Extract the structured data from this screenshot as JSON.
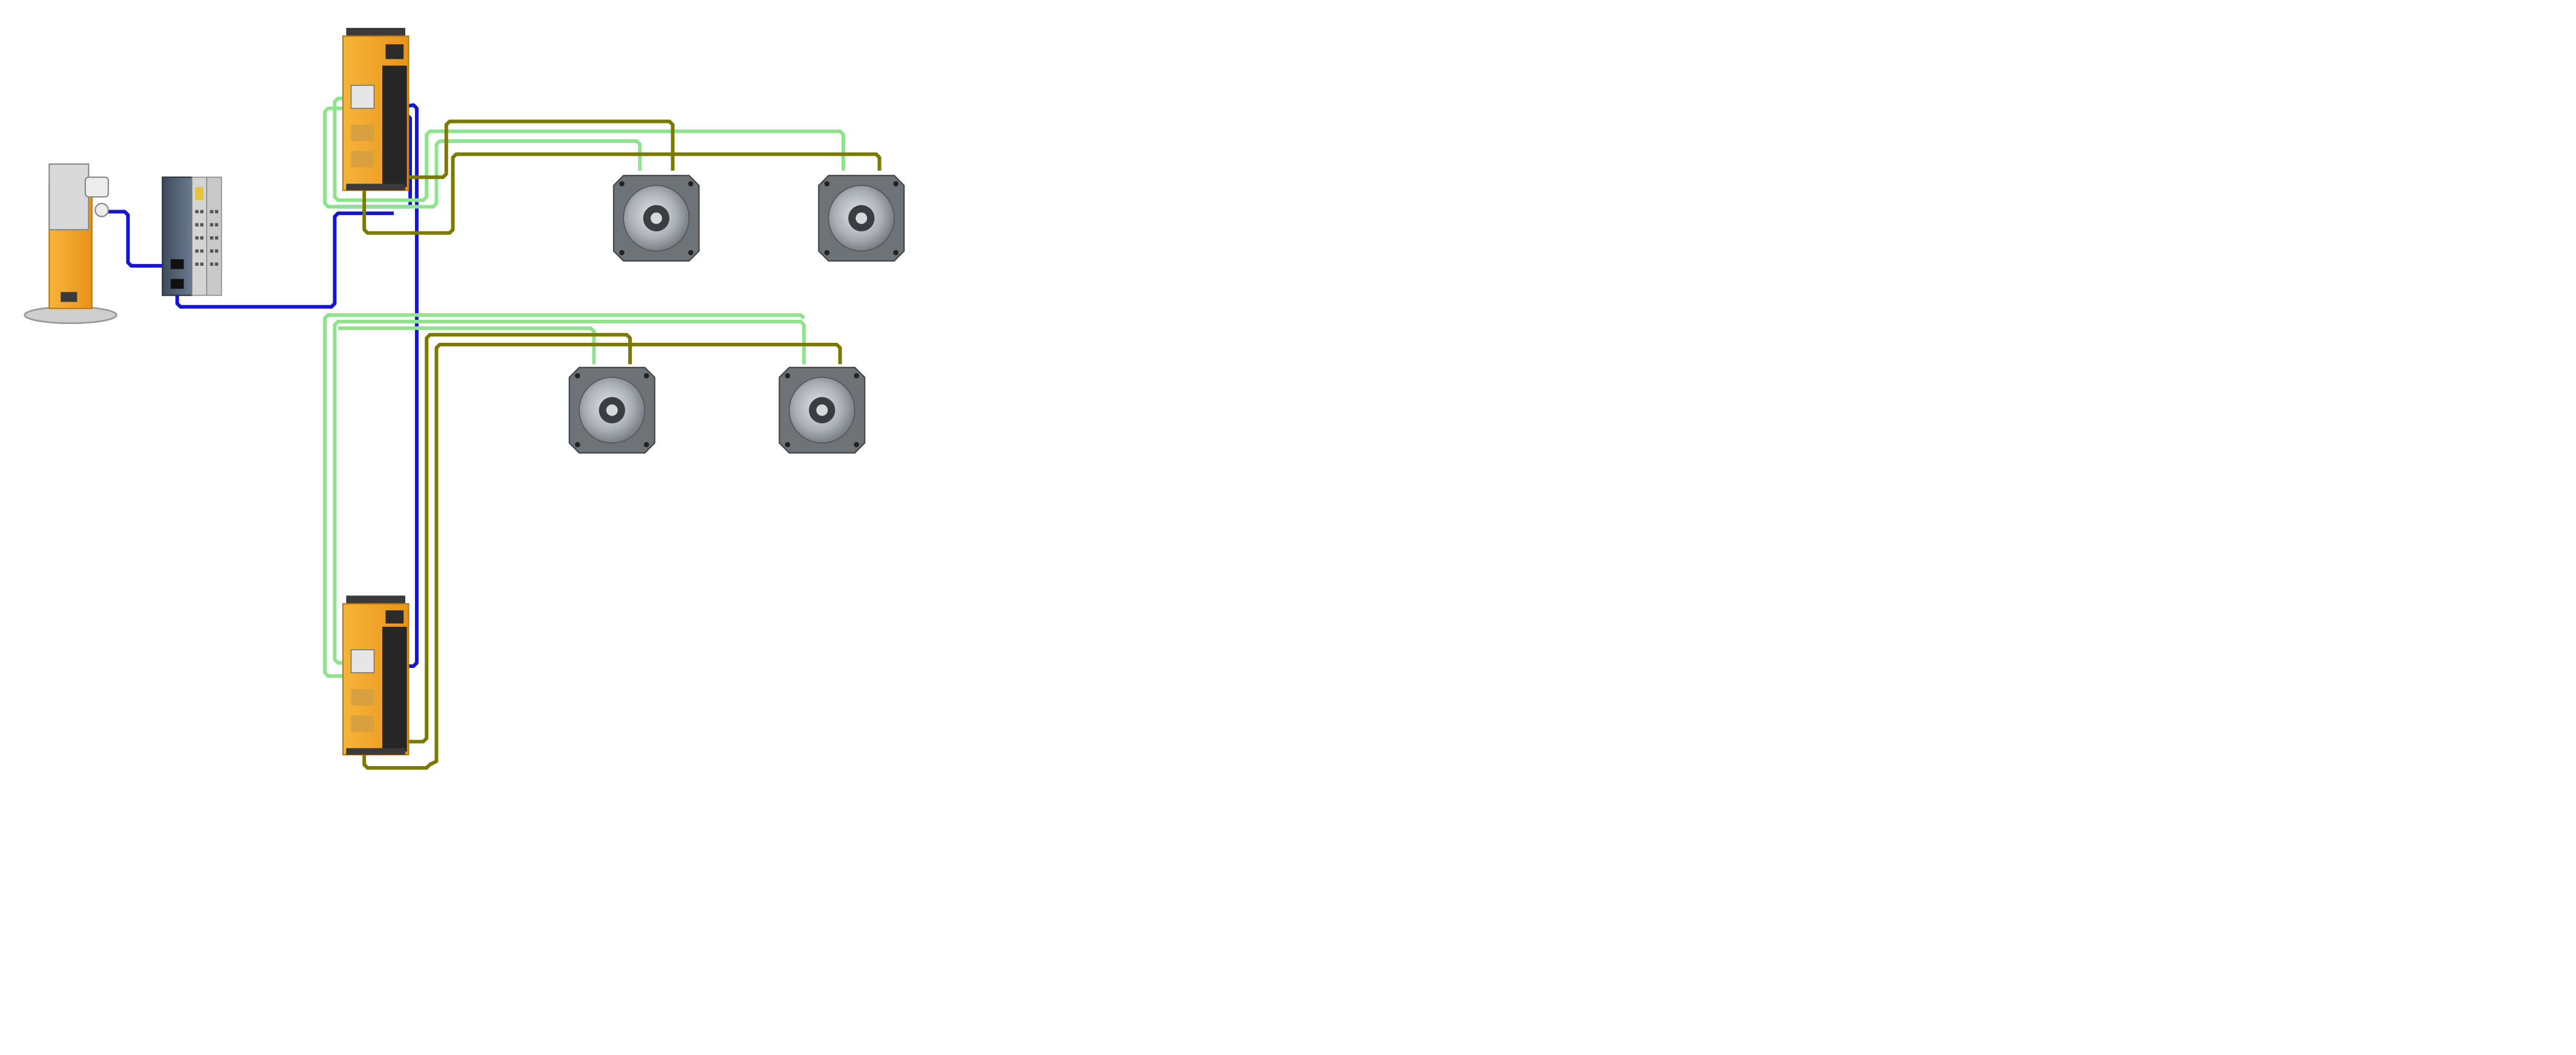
{
  "page": {
    "background": "#ffffff"
  },
  "colors": {
    "ethernet_cable": "#1414d2",
    "encoder_cable": "#8fe38f",
    "motor_cable": "#7a7a00",
    "drive_body": "#f4a623",
    "drive_front": "#262626",
    "controller_body": "#5a6a80",
    "io_module": "#c8c8c8",
    "motor_flange": "#6e7378",
    "motor_face": "#aab0b6",
    "panel_base": "#cfcfcf"
  },
  "devices": [
    {
      "id": "panel-pc",
      "type": "operator-panel"
    },
    {
      "id": "plc-controller",
      "type": "controller-with-io"
    },
    {
      "id": "servo-drive-1",
      "type": "servo-drive"
    },
    {
      "id": "servo-drive-2",
      "type": "servo-drive"
    },
    {
      "id": "motor-1",
      "type": "servo-motor"
    },
    {
      "id": "motor-2",
      "type": "servo-motor"
    },
    {
      "id": "motor-3",
      "type": "servo-motor"
    },
    {
      "id": "motor-4",
      "type": "servo-motor"
    }
  ],
  "connections": [
    {
      "from": "panel-pc",
      "to": "plc-controller",
      "cable": "ethernet"
    },
    {
      "from": "plc-controller",
      "to": "servo-drive-1",
      "cable": "ethernet"
    },
    {
      "from": "servo-drive-1",
      "to": "servo-drive-2",
      "cable": "ethernet"
    },
    {
      "from": "servo-drive-1",
      "to": "motor-1",
      "cable": "encoder"
    },
    {
      "from": "servo-drive-1",
      "to": "motor-1",
      "cable": "motor"
    },
    {
      "from": "servo-drive-1",
      "to": "motor-2",
      "cable": "encoder"
    },
    {
      "from": "servo-drive-1",
      "to": "motor-2",
      "cable": "motor"
    },
    {
      "from": "servo-drive-2",
      "to": "motor-3",
      "cable": "encoder"
    },
    {
      "from": "servo-drive-2",
      "to": "motor-3",
      "cable": "motor"
    },
    {
      "from": "servo-drive-2",
      "to": "motor-4",
      "cable": "encoder"
    },
    {
      "from": "servo-drive-2",
      "to": "motor-4",
      "cable": "motor"
    }
  ]
}
